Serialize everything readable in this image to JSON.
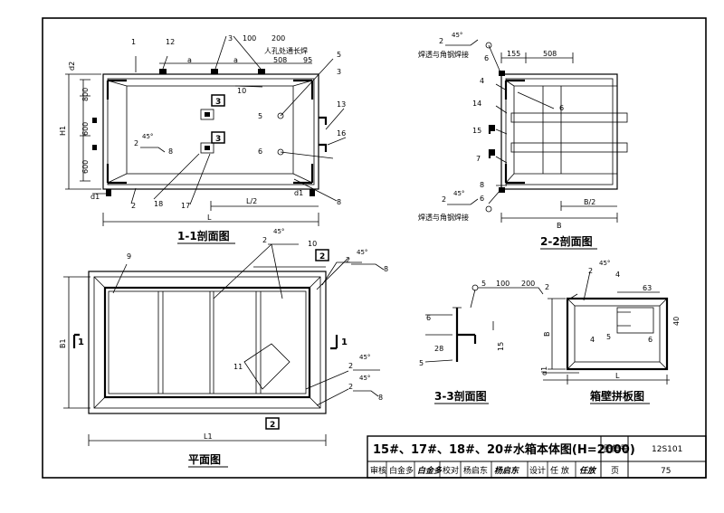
{
  "title_block": {
    "drawing_title": "15#、17#、18#、20#水箱本体图(H=2000)",
    "atlas_label": "图集号",
    "atlas_no": "12S101",
    "review_label": "审核",
    "reviewer": "白金多",
    "reviewer_sig": "白金多",
    "check_label": "校对",
    "checker": "杨启东",
    "checker_sig": "杨启东",
    "design_label": "设计",
    "designer": "任 放",
    "designer_sig": "任放",
    "page_label": "页",
    "page_no": "75"
  },
  "views": {
    "section_1_1": {
      "caption": "1-1剖面图",
      "note_weld": "人孔处通长焊",
      "dims": {
        "d1": "d1",
        "d2": "d2",
        "h800": "800",
        "h600a": "600",
        "h600b": "600",
        "H1": "H1",
        "L": "L",
        "L2": "L/2",
        "a1": "a",
        "a2": "a",
        "w508": "508",
        "w95": "95"
      },
      "callouts": [
        "1",
        "12",
        "3",
        "100",
        "200",
        "5",
        "3",
        "10",
        "13",
        "16",
        "8",
        "2",
        "18",
        "17",
        "5",
        "6",
        "2",
        "45°",
        "8"
      ],
      "section_mark": "3"
    },
    "section_2_2": {
      "caption": "2-2剖面图",
      "note_top": "焊透与角钢焊接",
      "note_bottom": "焊透与角钢焊接",
      "dims": {
        "w155": "155",
        "w508": "508",
        "B": "B",
        "B2": "B/2"
      },
      "callouts": [
        "2",
        "45°",
        "6",
        "4",
        "6",
        "14",
        "15",
        "7",
        "8",
        "2",
        "45°",
        "6"
      ]
    },
    "plan": {
      "caption": "平面图",
      "dims": {
        "B1": "B1",
        "L1": "L1"
      },
      "callouts": [
        "9",
        "2",
        "45°",
        "10",
        "2",
        "45°",
        "8",
        "11",
        "2",
        "45°",
        "2",
        "45°",
        "8"
      ],
      "section_marks": [
        "1",
        "1",
        "2",
        "2"
      ]
    },
    "section_3_3": {
      "caption": "3-3剖面图",
      "dims": {
        "w28": "28",
        "h15": "15"
      },
      "callouts": [
        "5",
        "100",
        "200",
        "2",
        "6",
        "5"
      ]
    },
    "panel_joint": {
      "caption": "箱壁拼板图",
      "dims": {
        "w63": "63",
        "h40": "40",
        "B": "B",
        "L": "L",
        "d1": "d1"
      },
      "callouts": [
        "2",
        "45°",
        "4",
        "4",
        "5",
        "6"
      ]
    }
  }
}
